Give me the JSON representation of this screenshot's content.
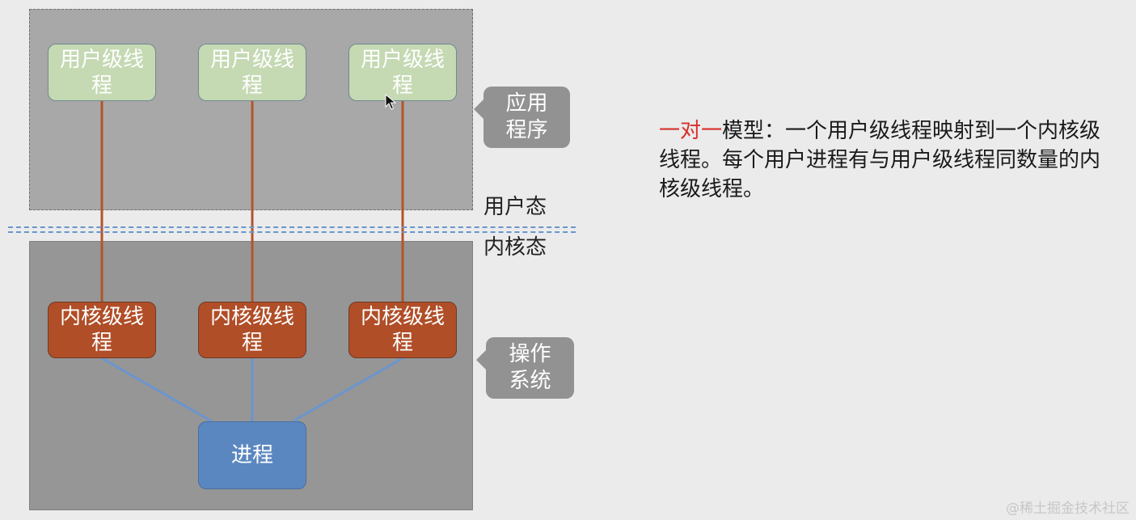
{
  "diagram": {
    "user_threads": [
      {
        "label": "用户级线程"
      },
      {
        "label": "用户级线程"
      },
      {
        "label": "用户级线程"
      }
    ],
    "kernel_threads": [
      {
        "label": "内核级线程"
      },
      {
        "label": "内核级线程"
      },
      {
        "label": "内核级线程"
      }
    ],
    "process_label": "进程",
    "callout_app": "应用程序",
    "callout_os": "操作系统",
    "user_mode_label": "用户态",
    "kernel_mode_label": "内核态",
    "colors": {
      "thread_link": "#b3542c",
      "process_link": "#6a95cf"
    }
  },
  "description": {
    "highlight": "一对一",
    "text": "模型：一个用户级线程映射到一个内核级线程。每个用户进程有与用户级线程同数量的内核级线程。"
  },
  "watermark": "@稀土掘金技术社区"
}
